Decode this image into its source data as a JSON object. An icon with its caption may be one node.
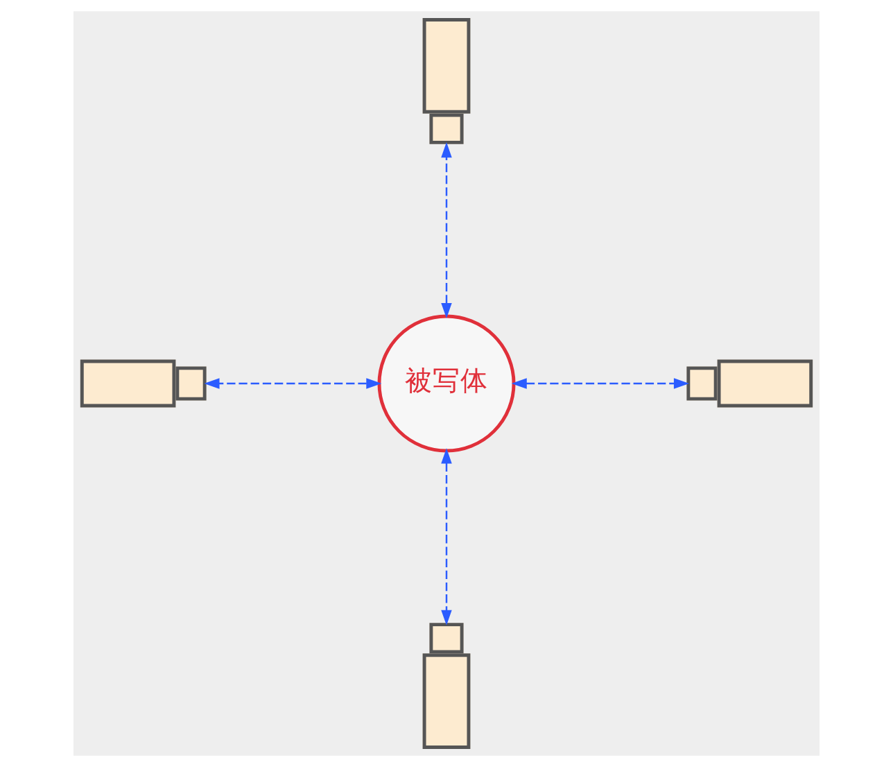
{
  "diagram": {
    "nodes": [
      {
        "text": [],
        "shape": "camera"
      },
      {
        "text": [],
        "shape": "camera"
      },
      {
        "text": [
          "被写体"
        ]
      },
      {
        "text": [],
        "shape": "camera"
      },
      {
        "text": [],
        "shape": "camera"
      }
    ],
    "edges": [
      {
        "from": 2,
        "to": 0,
        "arrow": "both",
        "style": "dashed"
      },
      {
        "from": 2,
        "to": 1,
        "arrow": "both",
        "style": "dashed"
      },
      {
        "from": 2,
        "to": 3,
        "arrow": "both",
        "style": "dashed"
      },
      {
        "from": 2,
        "to": 4,
        "arrow": "both",
        "style": "dashed"
      }
    ]
  }
}
